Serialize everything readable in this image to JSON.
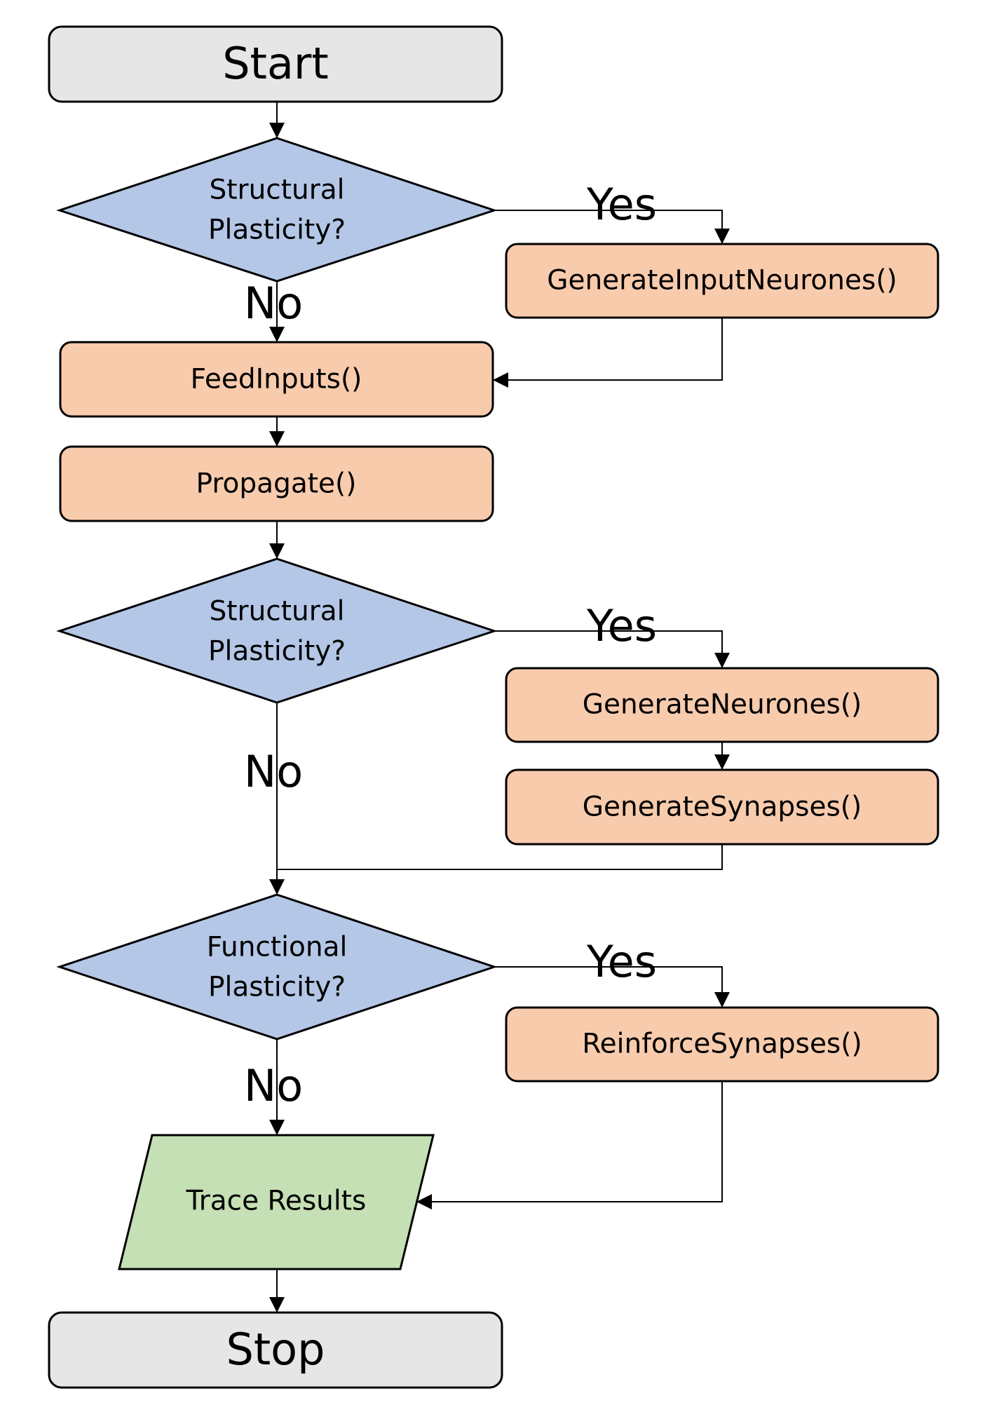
{
  "colors": {
    "terminal_fill": "#e6e6e6",
    "process_fill": "#f8cbad",
    "decision_fill": "#b4c7e7",
    "io_fill": "#c5e0b4",
    "stroke": "#000000"
  },
  "nodes": {
    "start": "Start",
    "decision1": {
      "line1": "Structural",
      "line2": "Plasticity?"
    },
    "generate_input_neurones": "GenerateInputNeurones()",
    "feed_inputs": "FeedInputs()",
    "propagate": "Propagate()",
    "decision2": {
      "line1": "Structural",
      "line2": "Plasticity?"
    },
    "generate_neurones": "GenerateNeurones()",
    "generate_synapses": "GenerateSynapses()",
    "decision3": {
      "line1": "Functional",
      "line2": "Plasticity?"
    },
    "reinforce_synapses": "ReinforceSynapses()",
    "trace_results": "Trace Results",
    "stop": "Stop"
  },
  "edge_labels": {
    "d1_yes": "Yes",
    "d1_no": "No",
    "d2_yes": "Yes",
    "d2_no": "No",
    "d3_yes": "Yes",
    "d3_no": "No"
  }
}
